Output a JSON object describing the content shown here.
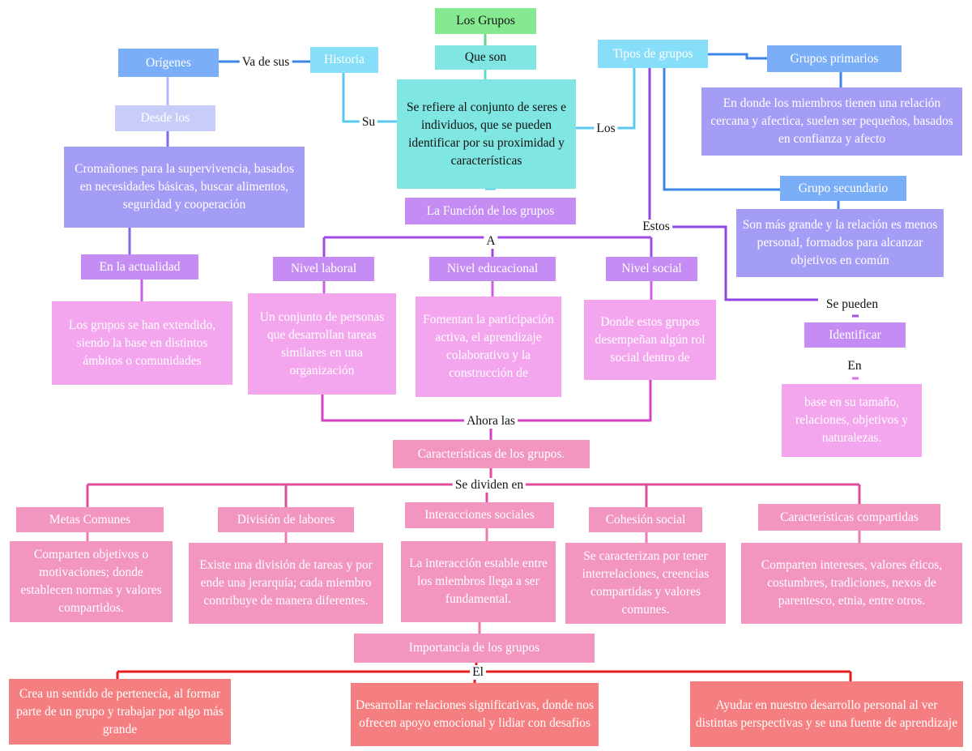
{
  "main": {
    "title": "Los Grupos",
    "que_son": "Que son",
    "definition": "Se refiere al conjunto de seres e individuos, que se pueden identificar por su proximidad y características"
  },
  "history": {
    "historia": "Historia",
    "origenes": "Orígenes",
    "desde_los": "Desde los",
    "cromanones": "Cromañones para la supervivencia, basados en necesidades básicas, buscar alimentos, seguridad y cooperación",
    "actualidad": "En la actualidad",
    "actualidad_text": "Los grupos se han extendido, siendo la base en distintos ámbitos o comunidades"
  },
  "types": {
    "title": "Tipos de grupos",
    "primarios": "Grupos primarios",
    "primarios_text": "En donde los miembros tienen una relación cercana y afectica, suelen ser pequeños, basados en confianza y afecto",
    "secundario": "Grupo secundario",
    "secundario_text": "Son más grande y la relación es menos personal, formados para alcanzar objetivos en común",
    "identificar": "Identificar",
    "identificar_text": "base en su tamaño, relaciones, objetivos y naturalezas."
  },
  "function": {
    "title": "La Función de los grupos",
    "laboral": "Nivel laboral",
    "laboral_text": "Un conjunto de personas que desarrollan tareas similares en una organización",
    "educacional": "Nivel educacional",
    "educacional_text": "Fomentan la participación activa, el aprendizaje colaborativo y la construcción de",
    "social": "Nivel social",
    "social_text": "Donde estos grupos desempeñan algún rol social dentro de"
  },
  "characteristics": {
    "title": "Características de los grupos.",
    "items": [
      {
        "title": "Metas Comunes",
        "text": "Comparten objetivos o motivaciones; donde establecen normas y valores compartidos."
      },
      {
        "title": "División de labores",
        "text": "Existe una división de tareas y por ende una jerarquía; cada miembro contribuye de manera diferentes."
      },
      {
        "title": "Interacciones sociales",
        "text": "La interacción estable entre los miembros llega a ser fundamental."
      },
      {
        "title": "Cohesión social",
        "text": "Se caracterizan por tener interrelaciones, creencias compartidas y valores comunes."
      },
      {
        "title": "Características compartidas",
        "text": "Comparten intereses, valores éticos, costumbres, tradiciones, nexos de parentesco, etnia, entre otros."
      }
    ]
  },
  "importance": {
    "title": "Importancia de los grupos",
    "items": [
      "Crea un sentido de pertenecía, al formar parte de un grupo y trabajar por algo más grande",
      "Desarrollar relaciones significativas, donde nos ofrecen apoyo emocional y lidiar con desafíos",
      "Ayudar en nuestro desarrollo personal al ver distintas perspectivas y se una fuente de aprendizaje"
    ]
  },
  "connectors": {
    "va_de_sus": "Va de sus",
    "su": "Su",
    "los": "Los",
    "estos": "Estos",
    "a": "A",
    "se_pueden": "Se pueden",
    "en": "En",
    "ahora_las": "Ahora las",
    "se_dividen_en": "Se dividen en",
    "el": "El"
  },
  "colors": {
    "green": "#85ea8f",
    "teal": "#7fe6e1",
    "light_blue": "#86def8",
    "blue": "#7aaef7",
    "purple": "#a49df5",
    "violet": "#c58df3",
    "pink": "#f3a6ee",
    "rose": "#f296bf",
    "red": "#f57f80"
  }
}
